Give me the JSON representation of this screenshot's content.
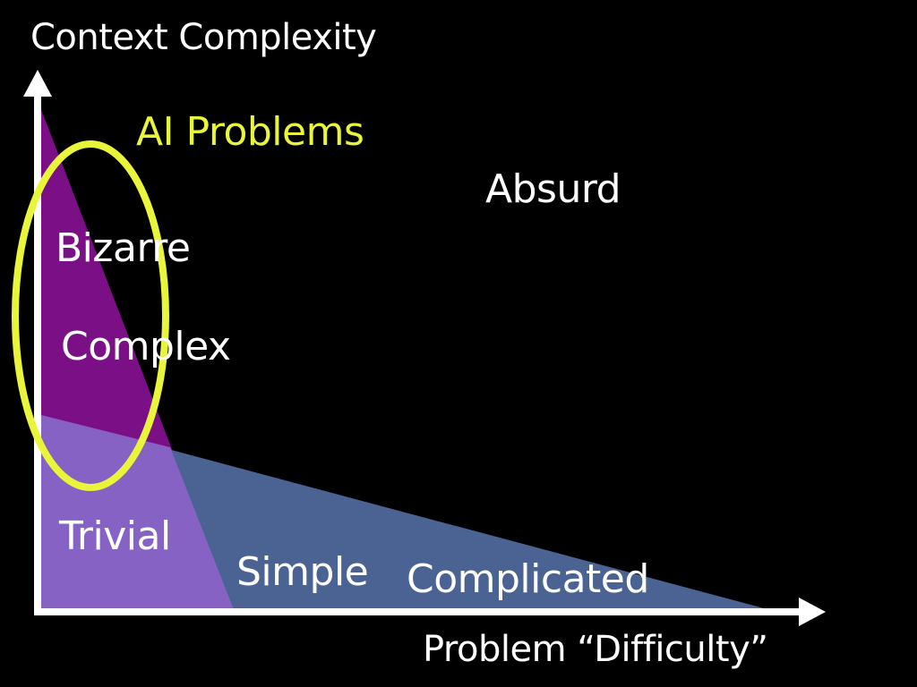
{
  "axes": {
    "y_label": "Context Complexity",
    "x_label": "Problem “Difficulty”"
  },
  "regions": {
    "trivial": "Trivial",
    "simple": "Simple",
    "complicated": "Complicated",
    "complex": "Complex",
    "bizarre": "Bizarre",
    "absurd": "Absurd"
  },
  "highlight": {
    "label": "AI Problems"
  },
  "colors": {
    "background": "#000000",
    "axis": "#ffffff",
    "context_region": "#7a0f86",
    "difficulty_region": "#4a6392",
    "overlap_region": "#8662c4",
    "highlight_ellipse": "#e8f53a",
    "label_text": "#ffffff",
    "highlight_text": "#e8f53a"
  }
}
